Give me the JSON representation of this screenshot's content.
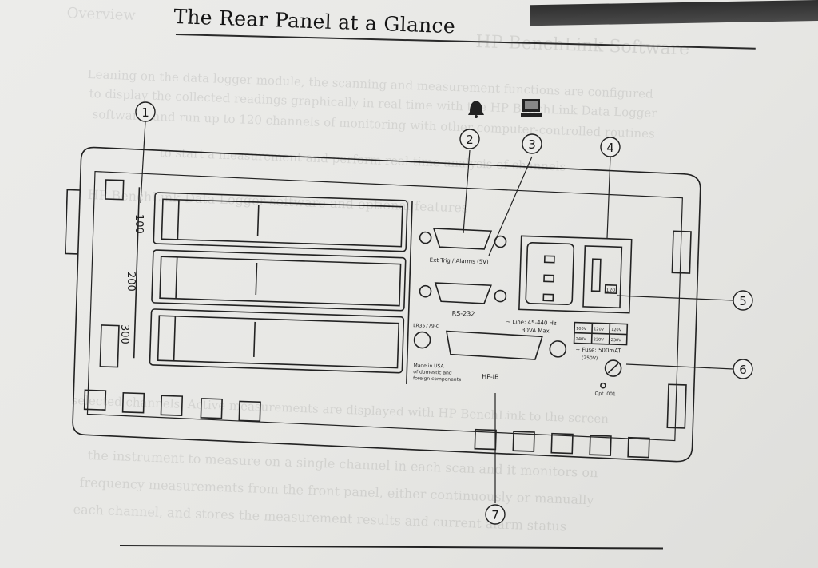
{
  "title": "The Rear Panel at a Glance",
  "callouts": [
    "1",
    "2",
    "3",
    "4",
    "5",
    "6",
    "7"
  ],
  "slot_labels": [
    "100",
    "200",
    "300"
  ],
  "panel_labels": {
    "ext_trig": "Ext Trig / Alarms (5V)",
    "rs232": "RS-232",
    "hpib": "HP-IB",
    "line": "~ Line: 45-440 Hz",
    "power": "30VA Max",
    "fuse": "~ Fuse: 500mAT",
    "fuse_rating": "(250V)",
    "voltage_setting": "120",
    "voltages": [
      "100V",
      "120V",
      "120V",
      "240V",
      "220V",
      "230V"
    ],
    "made_in": [
      "Made in USA",
      "of domestic and",
      "foreign components"
    ],
    "csa": "LR35779-C",
    "option": "Opt. 001"
  },
  "icons": [
    "bell-icon",
    "computer-icon"
  ]
}
